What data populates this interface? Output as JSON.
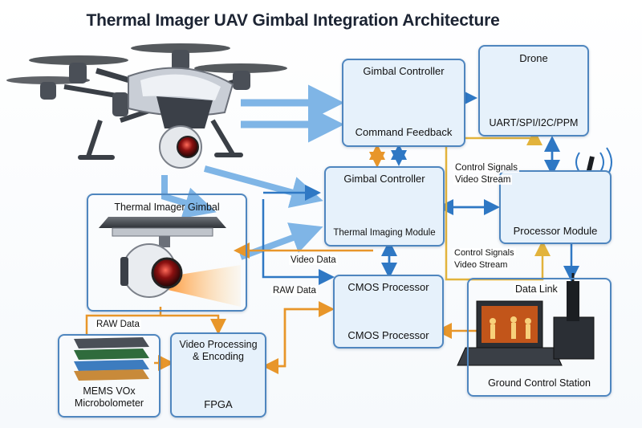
{
  "title": "Thermal Imager UAV Gimbal Integration Architecture",
  "nodes": {
    "gimbal_controller_top": {
      "title": "Gimbal Controller",
      "subtitle": "Command Feedback"
    },
    "drone": {
      "title": "Drone",
      "subtitle": "UART/SPI/I2C/PPM"
    },
    "gimbal_controller_mid": {
      "title": "Gimbal Controller",
      "subtitle": "Thermal Imaging Module"
    },
    "processor_module": {
      "title": "Processor Module"
    },
    "thermal_imager_gimbal": {
      "title": "Thermal Imager Gimbal"
    },
    "cmos_processor": {
      "title": "CMOS Processor",
      "subtitle": "CMOS Processor"
    },
    "ground_control_station": {
      "title": "Ground Control Station"
    },
    "mems": {
      "title_line1": "MEMS VOx",
      "title_line2": "Microbolometer"
    },
    "fpga": {
      "caption_line1": "Video Processing",
      "caption_line2": "& Encoding",
      "title": "FPGA"
    }
  },
  "edge_labels": {
    "control_signals_top": "Control Signals",
    "video_stream_top": "Video Stream",
    "control_signals_mid": "Control Signals",
    "video_stream_mid": "Video Stream",
    "video_data": "Video Data",
    "raw_data_mid": "RAW Data",
    "raw_data_left": "RAW Data",
    "data_link": "Data Link"
  },
  "colors": {
    "box_fill": "#e6f1fb",
    "box_border": "#4f86bf",
    "arrow_blue": "#2f78c4",
    "arrow_light_blue": "#7fb5e6",
    "arrow_orange": "#e8962a",
    "arrow_gold": "#e2b33c",
    "pcb_green": "#2f6b3c",
    "text": "#111111"
  }
}
